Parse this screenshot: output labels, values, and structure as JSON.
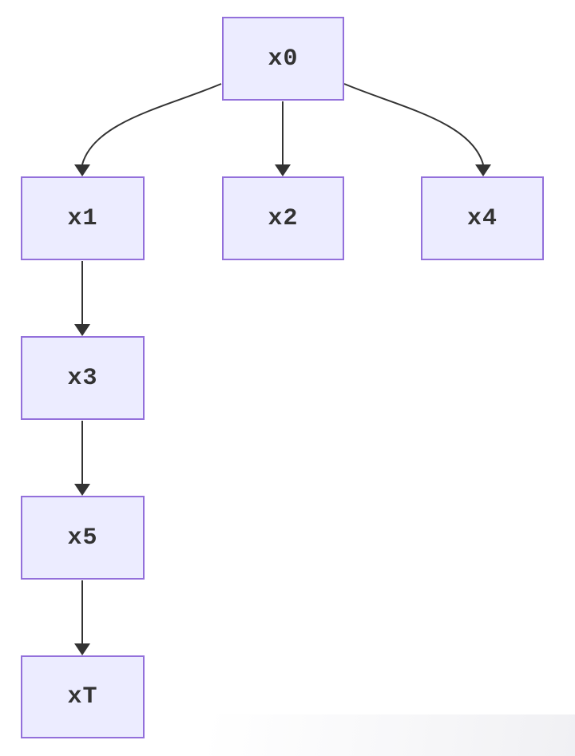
{
  "diagram": {
    "type": "flowchart",
    "direction": "top-down",
    "nodes": [
      {
        "id": "x0",
        "label": "x0"
      },
      {
        "id": "x1",
        "label": "x1"
      },
      {
        "id": "x2",
        "label": "x2"
      },
      {
        "id": "x4",
        "label": "x4"
      },
      {
        "id": "x3",
        "label": "x3"
      },
      {
        "id": "x5",
        "label": "x5"
      },
      {
        "id": "xT",
        "label": "xT"
      }
    ],
    "edges": [
      {
        "from": "x0",
        "to": "x1"
      },
      {
        "from": "x0",
        "to": "x2"
      },
      {
        "from": "x0",
        "to": "x4"
      },
      {
        "from": "x1",
        "to": "x3"
      },
      {
        "from": "x3",
        "to": "x5"
      },
      {
        "from": "x5",
        "to": "xT"
      }
    ],
    "colors": {
      "node_fill": "#ECECFF",
      "node_border": "#9370DB",
      "edge_stroke": "#333333",
      "label_text": "#333333",
      "background": "#FFFFFF"
    }
  }
}
